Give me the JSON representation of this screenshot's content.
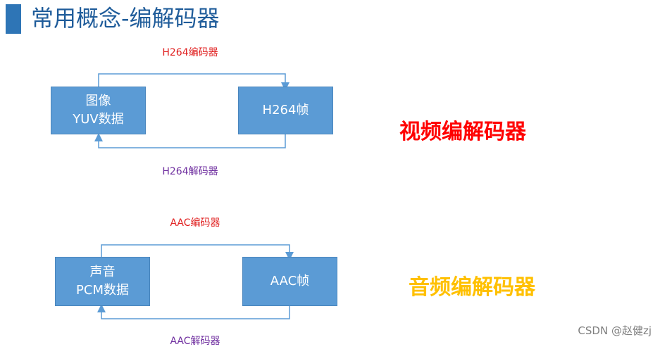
{
  "title": "常用概念-编解码器",
  "video": {
    "source_line1": "图像",
    "source_line2": "YUV数据",
    "target": "H264帧",
    "encoder": "H264编码器",
    "decoder": "H264解码器",
    "category": "视频编解码器"
  },
  "audio": {
    "source_line1": "声音",
    "source_line2": "PCM数据",
    "target": "AAC帧",
    "encoder": "AAC编码器",
    "decoder": "AAC解码器",
    "category": "音频编解码器"
  },
  "watermark": "CSDN @赵健zj",
  "colors": {
    "box_fill": "#5b9bd5",
    "encoder_text": "#e02020",
    "decoder_text": "#7030a0",
    "video_category": "#ff0000",
    "audio_category": "#ffc000",
    "title_accent": "#2e75b6"
  }
}
